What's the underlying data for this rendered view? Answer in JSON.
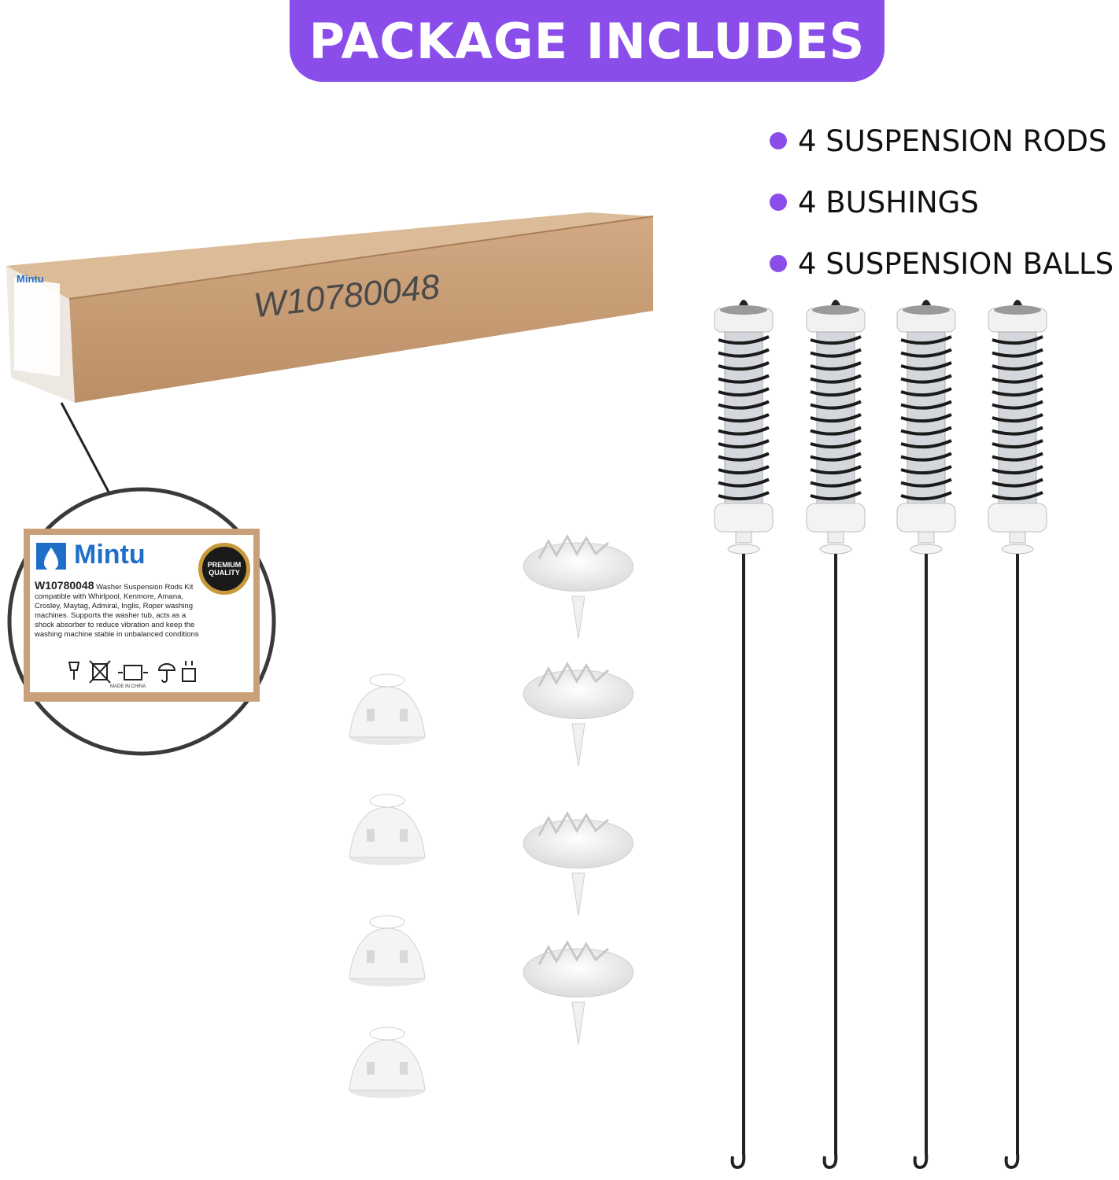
{
  "banner": {
    "title": "PACKAGE INCLUDES",
    "color": "#8a4dea"
  },
  "contents": {
    "bullet_color": "#8a4dea",
    "items": [
      "4 SUSPENSION RODS",
      "4 BUSHINGS",
      "4 SUSPENSION BALLS"
    ]
  },
  "box": {
    "part_number": "W10780048",
    "brand": "Mintu",
    "seal_text": "PREMIUM QUALITY",
    "label_part": "W10780048",
    "label_desc": "Washer Suspension Rods Kit compatible with Whirlpool, Kenmore, Amana, Crosley, Maytag, Admiral, Inglis, Roper washing machines. Supports the washer tub, acts as a shock absorber to reduce vibration and keep the washing machine stable in unbalanced conditions",
    "made_in": "MADE IN CHINA",
    "box_color": "#c9a07a",
    "handling_icons": [
      "fragile-glass-icon",
      "no-trash-icon",
      "fragile-arrows-icon",
      "umbrella-icon",
      "keep-up-icon"
    ]
  }
}
